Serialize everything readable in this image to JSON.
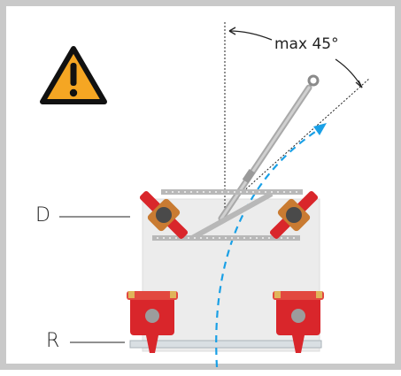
{
  "annotations": {
    "max_angle": "max 45°",
    "label_d": "D",
    "label_r": "R"
  },
  "icons": {
    "warning": "warning-triangle-icon"
  },
  "colors": {
    "frame_border": "#c9c9c9",
    "warning_fill": "#f5a623",
    "device_red": "#d9262b",
    "rotation_path": "#1aa0e6",
    "plate": "#ececec",
    "bar": "#b8b8b8"
  }
}
